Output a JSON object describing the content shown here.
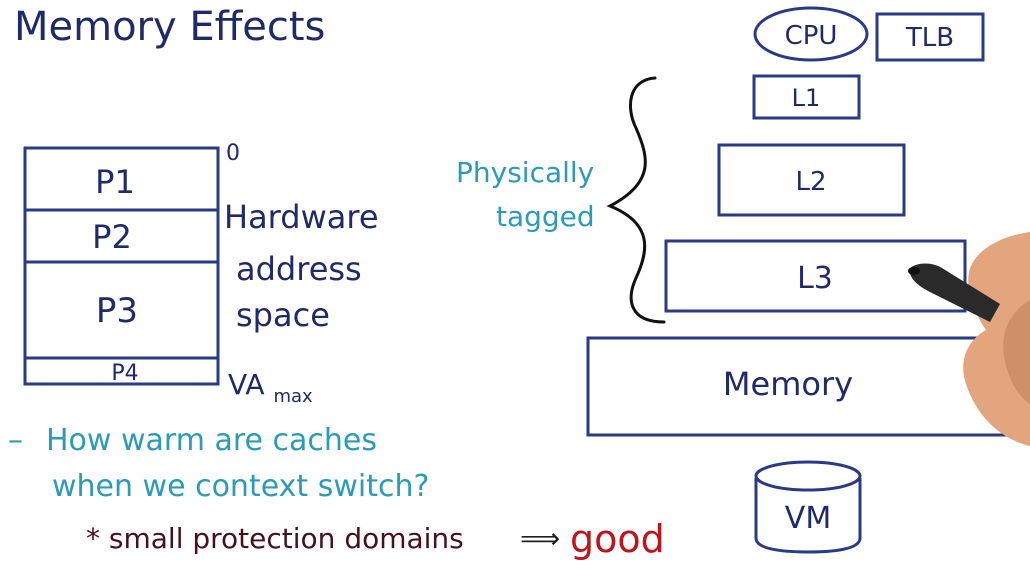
{
  "title": "Memory Effects",
  "address_space": {
    "partitions": [
      "P1",
      "P2",
      "P3",
      "P4"
    ],
    "start_label": "0",
    "end_label": "VA",
    "end_subscript": "max",
    "caption_lines": [
      "Hardware",
      "address",
      "space"
    ]
  },
  "hierarchy": {
    "cpu": "CPU",
    "tlb": "TLB",
    "l1": "L1",
    "l2": "L2",
    "l3": "L3",
    "memory": "Memory",
    "vm": "VM",
    "bracket_label_lines": [
      "Physically",
      "tagged"
    ]
  },
  "notes": {
    "dash": "–",
    "question_lines": [
      "How warm are caches",
      "when we context switch?"
    ],
    "conclusion": "* small protection domains",
    "arrow": "⟹",
    "verdict": "good"
  },
  "colors": {
    "ink_navy": "#1f2a6b",
    "ink_teal": "#2a9bb8",
    "ink_maroon": "#4a0f1f",
    "ink_red": "#c0141c",
    "box_stroke": "#2b3a86",
    "skin": "#e2a57e",
    "pen": "#2a2a2a"
  }
}
